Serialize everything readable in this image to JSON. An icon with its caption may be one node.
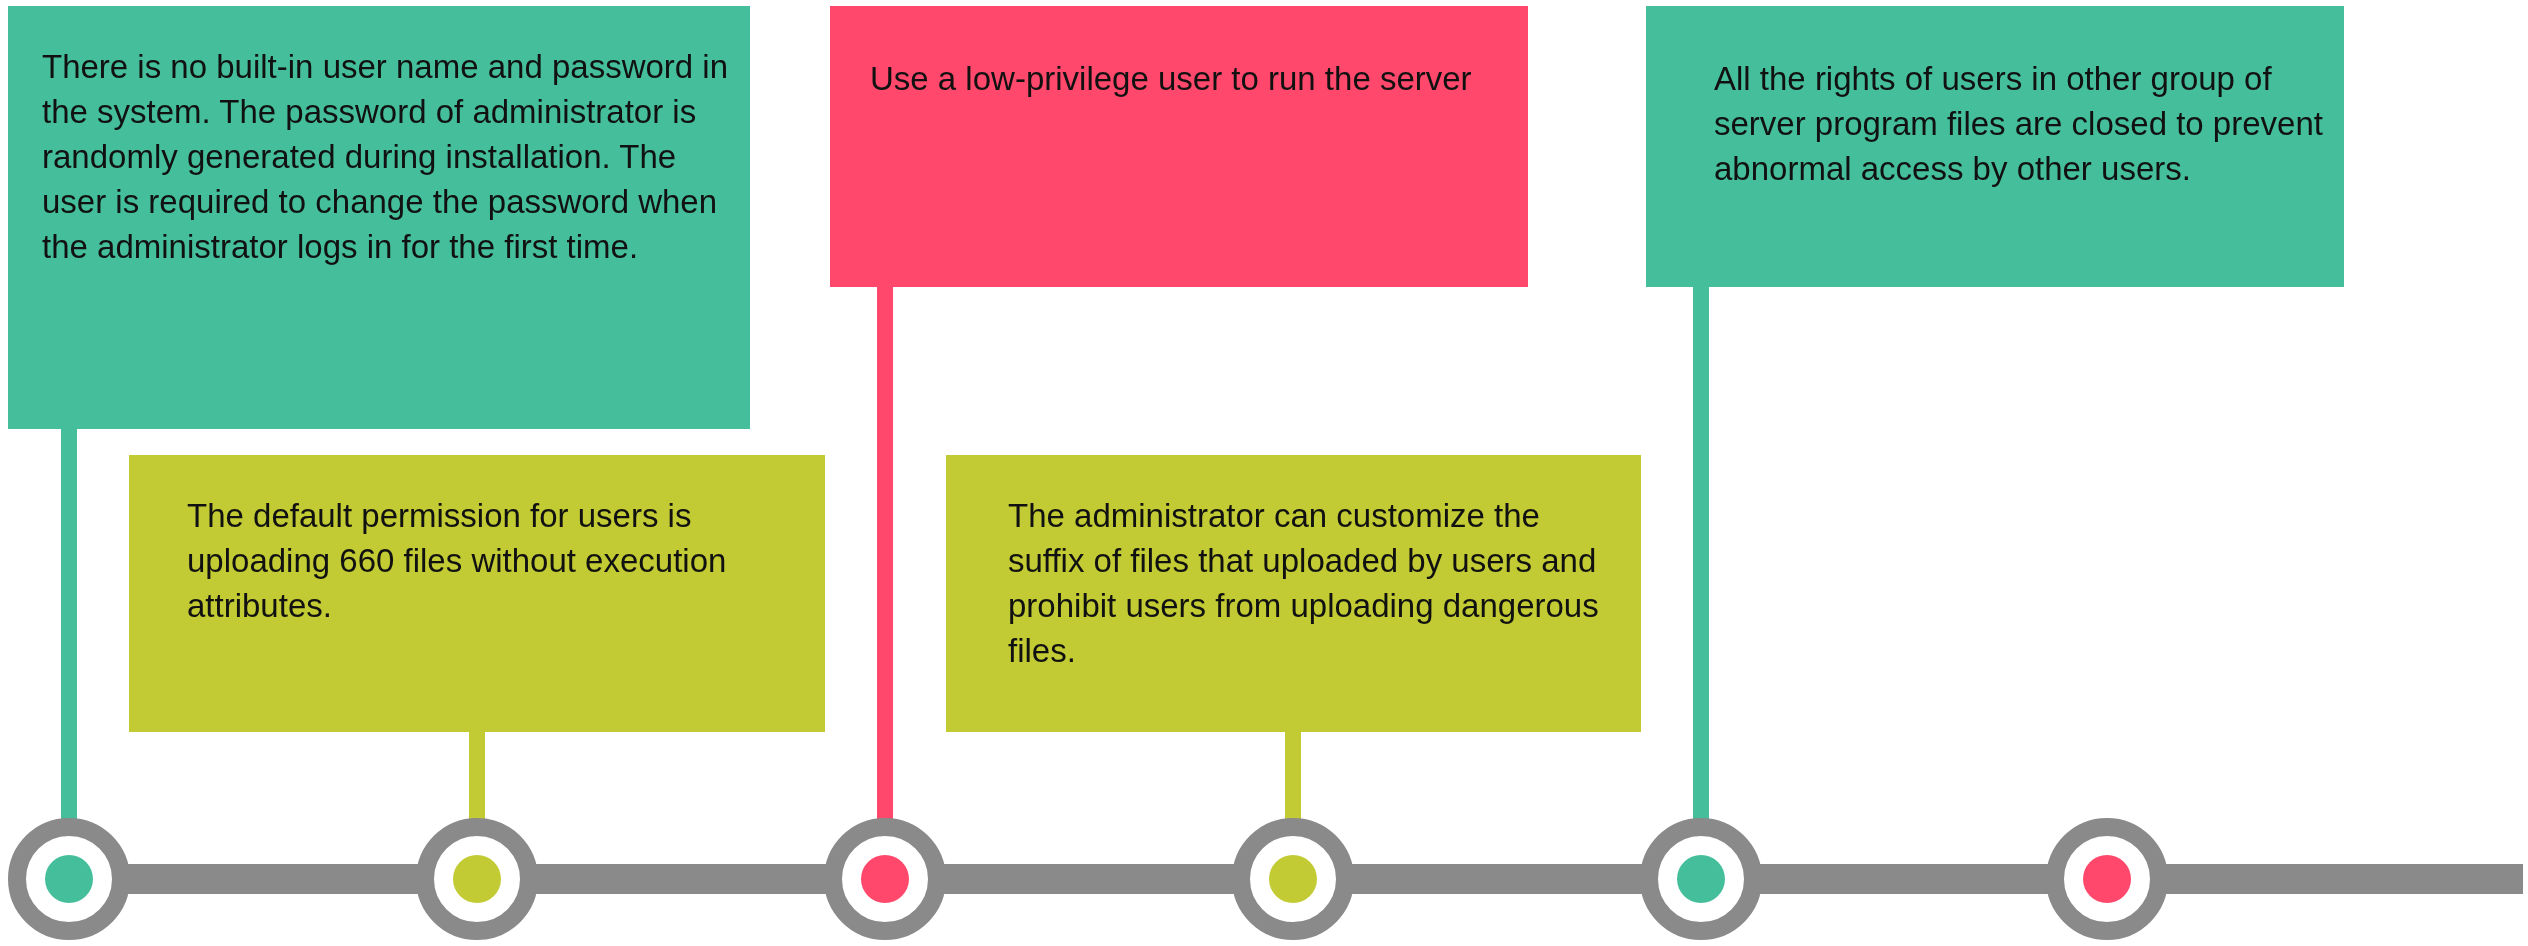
{
  "diagram": {
    "nodes": [
      {
        "text": [
          "There is no built-in user name and password in the system. The password of administrator is randomly generated during installation. The user is required to change the password when the administrator logs in for the first time."
        ]
      },
      {
        "text": [
          "The default permission for users is uploading 660 files without execution attributes."
        ]
      },
      {
        "text": [
          "Use a low-privilege user to run the server"
        ]
      },
      {
        "text": [
          "The administrator can customize the suffix of files that uploaded by users and prohibit users from uploading dangerous files."
        ]
      },
      {
        "text": [
          "All the rights of users in other group of server program files are closed to prevent abnormal access by other users."
        ]
      },
      {
        "text": [],
        "shape": "circle"
      },
      {
        "text": [],
        "shape": "circle"
      },
      {
        "text": [],
        "shape": "circle"
      },
      {
        "text": [],
        "shape": "circle"
      },
      {
        "text": [],
        "shape": "circle"
      },
      {
        "text": [],
        "shape": "circle"
      }
    ],
    "edges": [
      {
        "from": 0,
        "to": 5,
        "arrow": "none",
        "color": "#45bf9b"
      },
      {
        "from": 1,
        "to": 6,
        "arrow": "none",
        "color": "#c2cb33"
      },
      {
        "from": 2,
        "to": 7,
        "arrow": "none",
        "color": "#ff486b"
      },
      {
        "from": 3,
        "to": 8,
        "arrow": "none",
        "color": "#c2cb33"
      },
      {
        "from": 4,
        "to": 9,
        "arrow": "none",
        "color": "#45bf9b"
      },
      {
        "from": 5,
        "to": 6,
        "arrow": "none"
      },
      {
        "from": 6,
        "to": 7,
        "arrow": "none"
      },
      {
        "from": 7,
        "to": 8,
        "arrow": "none"
      },
      {
        "from": 8,
        "to": 9,
        "arrow": "none"
      },
      {
        "from": 9,
        "to": 10,
        "arrow": "none"
      },
      {
        "from": 10,
        "to": null,
        "arrow": "none"
      }
    ]
  }
}
